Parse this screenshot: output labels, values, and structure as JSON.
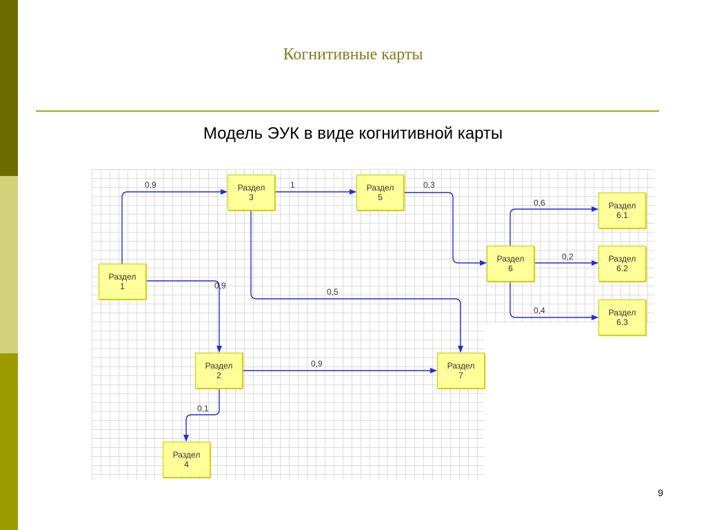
{
  "slide": {
    "title": "Когнитивные карты",
    "subtitle": "Модель ЭУК в виде когнитивной карты",
    "page_number": "9"
  },
  "nodes": [
    {
      "id": "n1",
      "line1": "Раздел",
      "line2": "1"
    },
    {
      "id": "n2",
      "line1": "Раздел",
      "line2": "2"
    },
    {
      "id": "n3",
      "line1": "Раздел",
      "line2": "3"
    },
    {
      "id": "n4",
      "line1": "Раздел",
      "line2": "4"
    },
    {
      "id": "n5",
      "line1": "Раздел",
      "line2": "5"
    },
    {
      "id": "n6",
      "line1": "Раздел",
      "line2": "6"
    },
    {
      "id": "n61",
      "line1": "Раздел",
      "line2": "6.1"
    },
    {
      "id": "n62",
      "line1": "Раздел",
      "line2": "6.2"
    },
    {
      "id": "n63",
      "line1": "Раздел",
      "line2": "6.3"
    },
    {
      "id": "n7",
      "line1": "Раздел",
      "line2": "7"
    }
  ],
  "edges": [
    {
      "from": "Раздел 1",
      "to": "Раздел 3",
      "weight": "0,9"
    },
    {
      "from": "Раздел 1",
      "to": "Раздел 2",
      "weight": "0,9"
    },
    {
      "from": "Раздел 3",
      "to": "Раздел 5",
      "weight": "1"
    },
    {
      "from": "Раздел 3",
      "to": "Раздел 7",
      "weight": "0,5"
    },
    {
      "from": "Раздел 5",
      "to": "Раздел 6",
      "weight": "0,3"
    },
    {
      "from": "Раздел 6",
      "to": "Раздел 6.1",
      "weight": "0,6"
    },
    {
      "from": "Раздел 6",
      "to": "Раздел 6.2",
      "weight": "0,2"
    },
    {
      "from": "Раздел 6",
      "to": "Раздел 6.3",
      "weight": "0,4"
    },
    {
      "from": "Раздел 2",
      "to": "Раздел 7",
      "weight": "0,9"
    },
    {
      "from": "Раздел 2",
      "to": "Раздел 4",
      "weight": "0,1"
    }
  ],
  "colors": {
    "edge": "#1f2fd6",
    "node_fill": "#ffff99",
    "accent": "#a6a620"
  }
}
